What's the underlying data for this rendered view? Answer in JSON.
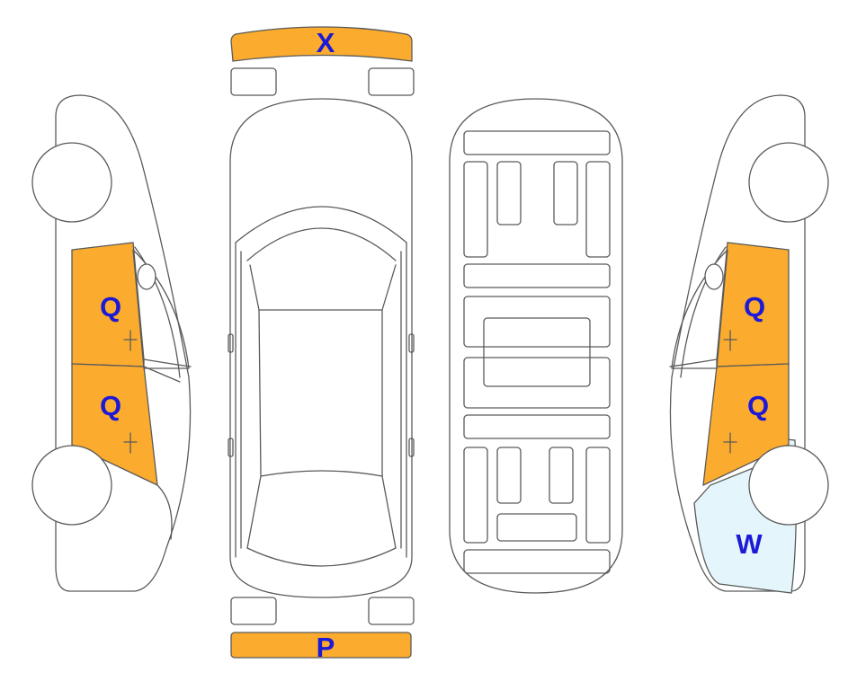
{
  "markers": {
    "front_bumper": "X",
    "rear_bumper": "P",
    "left_front_door": "Q",
    "left_rear_door": "Q",
    "right_front_door": "Q",
    "right_rear_door": "Q",
    "right_rear_quarter": "W"
  },
  "colors": {
    "damage_fill": "#fbab2e",
    "light_fill": "#e4f6fb",
    "marker_text": "#1c1ad6",
    "outline": "#5a5a5a"
  }
}
